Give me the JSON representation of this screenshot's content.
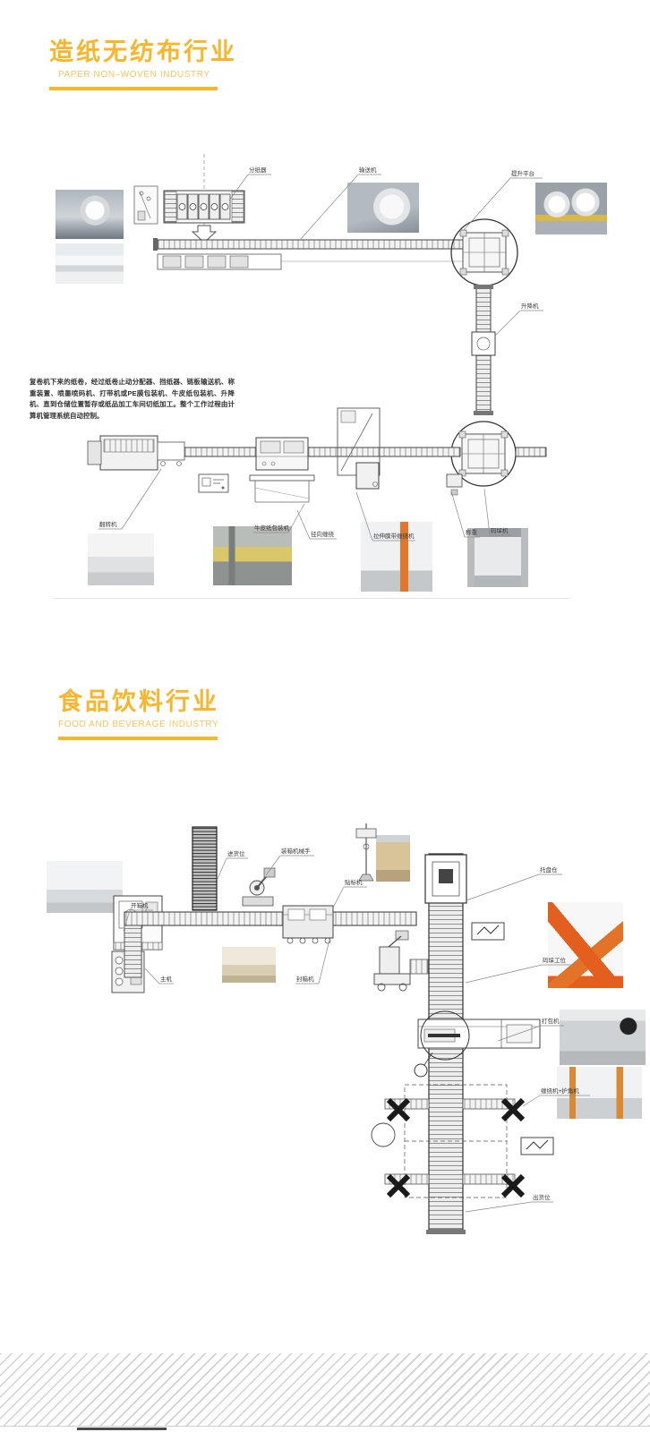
{
  "page": {
    "accent_color": "#f8b62d",
    "background": "#ffffff"
  },
  "section1": {
    "title": "造纸无纺布行业",
    "subtitle": "PAPER NON–WOVEN INDUSTRY",
    "description": "复卷机下来的纸卷，经过纸卷止动分配器、挡纸器、链板输送机、称重装置、喷墨喷码机、打带机或PE膜包装机、牛皮纸包装机、升降机、直到仓储位置暂存或纸品加工车间切纸加工。整个工作过程由计算机管理系统自动控制。",
    "labels": {
      "separator": "分纸器",
      "conveyor": "输送机",
      "platform": "提升平台",
      "lift": "升降机",
      "turner": "翻转机",
      "kraft": "牛皮纸包装机",
      "radial": "径向缠绕",
      "stretch": "拉伸膜带缠绕机",
      "weigh": "称重",
      "palletizer": "码垛机"
    }
  },
  "section2": {
    "title": "食品饮料行业",
    "subtitle": "FOOD AND BEVERAGE INDUSTRY",
    "labels": {
      "infeed": "进货位",
      "robot": "装箱机械手",
      "erector": "开箱机",
      "labeler": "贴标机",
      "feeder": "主机",
      "sealer": "封箱机",
      "pallet_store": "托盘仓",
      "palletize": "码垛工位",
      "strapper": "打包机",
      "wrapper": "缠绕机+护角机",
      "outfeed": "出货位"
    }
  }
}
